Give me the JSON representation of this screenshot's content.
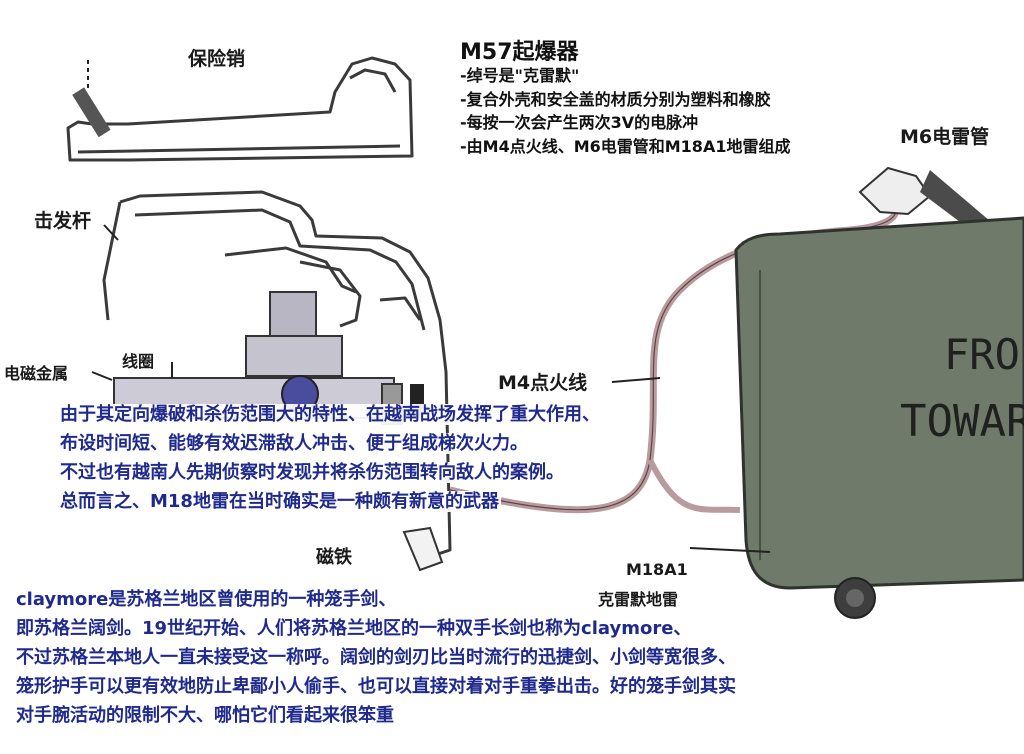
{
  "title": "M57起爆器",
  "bullets": [
    "-绰号是\"克雷默\"",
    "-复合外壳和安全盖的材质分别为塑料和橡胶",
    "-每按一次会产生两次3V的电脉冲",
    "-由M4点火线、M6电雷管和M18A1地雷组成"
  ],
  "labels": {
    "safety_pin": "保险销",
    "firing_lever": "击发杆",
    "electromagnetic_metal": "电磁金属",
    "coil": "线圈",
    "magnet": "磁铁",
    "m4_wire": "M4点火线",
    "m6_cap": "M6电雷管",
    "m18a1_line1": "M18A1",
    "m18a1_line2": "克雷默地雷",
    "mine_text_line1": "FRO",
    "mine_text_line2": "TOWAR"
  },
  "overlay_text": [
    "由于其定向爆破和杀伤范围大的特性、在越南战场发挥了重大作用、",
    "布设时间短、能够有效迟滞敌人冲击、便于组成梯次火力。",
    "不过也有越南人先期侦察时发现并将杀伤范围转向敌人的案例。",
    "总而言之、M18地雷在当时确实是一种颇有新意的武器"
  ],
  "bottom_text": [
    "claymore是苏格兰地区曾使用的一种笼手剑、",
    "即苏格兰阔剑。19世纪开始、人们将苏格兰地区的一种双手长剑也称为claymore、",
    "不过苏格兰本地人一直未接受这一称呼。阔剑的剑刃比当时流行的迅捷剑、小剑等宽很多、",
    "笼形护手可以更有效地防止卑鄙小人偷手、也可以直接对着对手重拳出击。好的笼手剑其实",
    "对手腕活动的限制不大、哪怕它们看起来很笨重"
  ],
  "colors": {
    "text_blue": "#1f2a8c",
    "mine_green": "#6f7a6a",
    "wire_pink": "#b99a9f"
  }
}
